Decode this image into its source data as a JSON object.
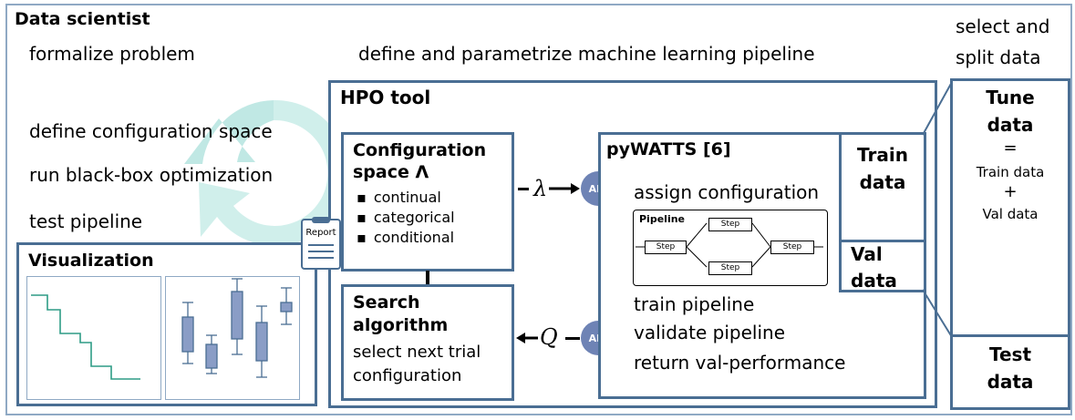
{
  "data_scientist": {
    "title": "Data scientist",
    "formalize": "formalize problem",
    "define_pipeline": "define and parametrize machine learning pipeline",
    "select_split_1": "select and",
    "select_split_2": "split data",
    "define_config": "define configuration space",
    "run_bbo": "run black-box optimization",
    "test_pipeline": "test pipeline"
  },
  "hpo": {
    "title": "HPO tool",
    "config_space": {
      "title_1": "Configuration",
      "title_2": "space Λ",
      "items": [
        "continual",
        "categorical",
        "conditional"
      ]
    },
    "search": {
      "title_1": "Search",
      "title_2": "algorithm",
      "line_1": "select next trial",
      "line_2": "configuration"
    },
    "lambda": "λ",
    "q": "Q",
    "report": "Report"
  },
  "pywatts": {
    "title": "pyWATTS [6]",
    "api": "API",
    "assign": "assign configuration",
    "pipeline_title": "Pipeline",
    "step": "Step",
    "train": "train pipeline",
    "validate": "validate pipeline",
    "return": "return val-performance",
    "train_data_1": "Train",
    "train_data_2": "data",
    "val_data_1": "Val",
    "val_data_2": "data"
  },
  "visualization": {
    "title": "Visualization"
  },
  "data_panel": {
    "tune_1": "Tune",
    "tune_2": "data",
    "equals": "=",
    "train": "Train data",
    "plus": "+",
    "val": "Val data",
    "test_1": "Test",
    "test_2": "data"
  },
  "colors": {
    "box_border": "#4a6e93",
    "outer_border": "#8fa9c4",
    "api": "#6e83b5",
    "arrow_teal": "#c8ece8",
    "line_teal": "#2e9c86",
    "candle": "#8a9dc6"
  }
}
